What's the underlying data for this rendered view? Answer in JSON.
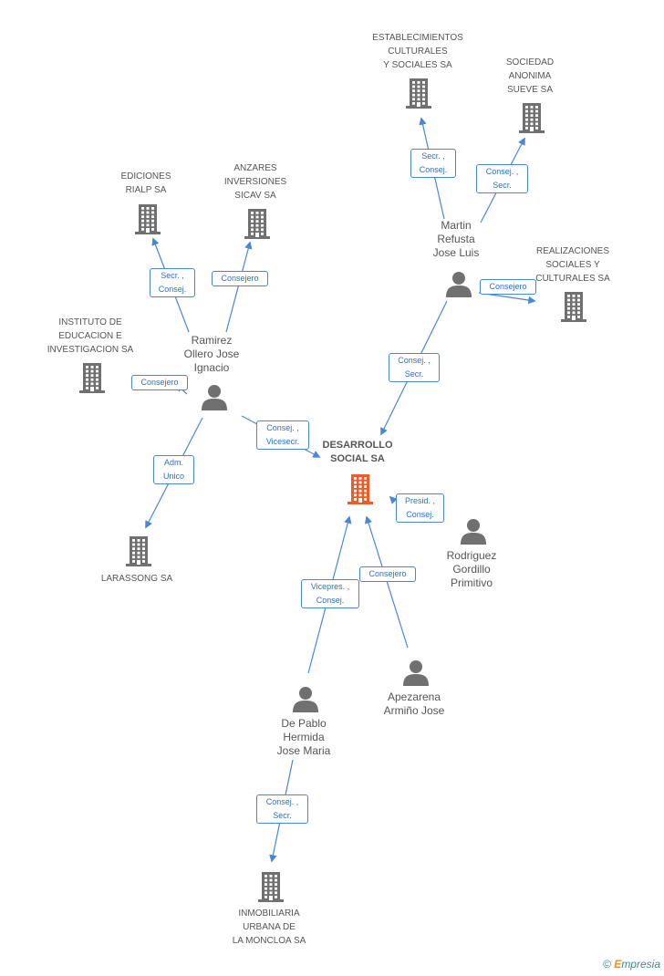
{
  "companies": {
    "main": {
      "name": "DESARROLLO\nSOCIAL SA",
      "color": "#f05a28",
      "icon": "building-icon"
    },
    "establecimientos": {
      "name": "ESTABLECIMIENTOS\nCULTURALES\nY SOCIALES SA",
      "icon": "building-icon"
    },
    "sueve": {
      "name": "SOCIEDAD\nANONIMA\nSUEVE SA",
      "icon": "building-icon"
    },
    "rialp": {
      "name": "EDICIONES\nRIALP SA",
      "icon": "building-icon"
    },
    "anzares": {
      "name": "ANZARES\nINVERSIONES\nSICAV SA",
      "icon": "building-icon"
    },
    "realizaciones": {
      "name": "REALIZACIONES\nSOCIALES Y\nCULTURALES SA",
      "icon": "building-icon"
    },
    "instituto": {
      "name": "INSTITUTO DE\nEDUCACION E\nINVESTIGACION SA",
      "icon": "building-icon"
    },
    "larassong": {
      "name": "LARASSONG SA",
      "icon": "building-icon"
    },
    "inmobiliaria": {
      "name": "INMOBILIARIA\nURBANA DE\nLA MONCLOA SA",
      "icon": "building-icon"
    }
  },
  "persons": {
    "martin": {
      "name": "Martin\nRefusta\nJose Luis",
      "icon": "person-icon"
    },
    "ramirez": {
      "name": "Ramirez\nOllero Jose\nIgnacio",
      "icon": "person-icon"
    },
    "rodriguez": {
      "name": "Rodriguez\nGordillo\nPrimitivo",
      "icon": "person-icon"
    },
    "apezarena": {
      "name": "Apezarena\nArmiño Jose",
      "icon": "person-icon"
    },
    "depablo": {
      "name": "De Pablo\nHermida\nJose Maria",
      "icon": "person-icon"
    }
  },
  "roles": {
    "martin_establecimientos": "Secr. ,\nConsej.",
    "martin_sueve": "Consej. ,\nSecr.",
    "martin_realizaciones": "Consejero",
    "martin_main": "Consej. ,\nSecr.",
    "ramirez_rialp": "Secr. ,\nConsej.",
    "ramirez_anzares": "Consejero",
    "ramirez_instituto": "Consejero",
    "ramirez_main": "Consej. ,\nVicesecr.",
    "ramirez_larassong": "Adm.\nUnico",
    "rodriguez_main": "Presid. ,\nConsej.",
    "depablo_main": "Vicepres. ,\nConsej.",
    "apezarena_main": "Consejero",
    "depablo_inmobiliaria": "Consej. ,\nSecr."
  },
  "colors": {
    "node": "#707070",
    "edge": "#4a86d8",
    "main": "#f05a28"
  },
  "footer": {
    "copyright": "©",
    "brand_first": "E",
    "brand_rest": "mpresia"
  }
}
